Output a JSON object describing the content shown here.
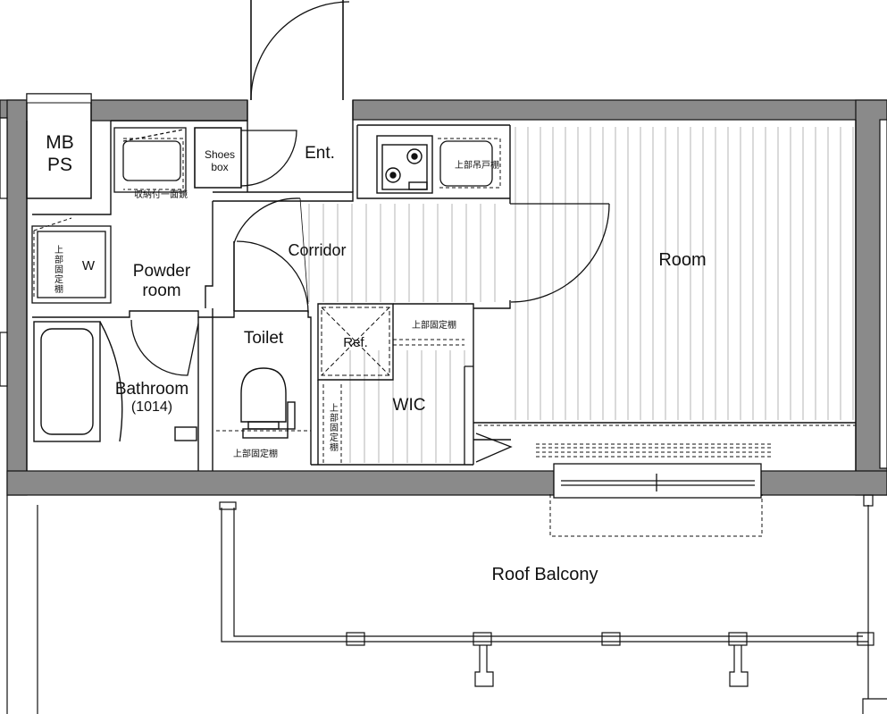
{
  "labels": {
    "mb": "MB",
    "ps": "PS",
    "shoes_line1": "Shoes",
    "shoes_line2": "box",
    "entrance": "Ent.",
    "corridor": "Corridor",
    "room": "Room",
    "powder_line1": "Powder",
    "powder_line2": "room",
    "washer": "W",
    "toilet": "Toilet",
    "refrigerator": "Ref.",
    "bathroom": "Bathroom",
    "bathroom_size": "(1014)",
    "wic": "WIC",
    "roof_balcony": "Roof Balcony"
  },
  "notes": {
    "mirror_storage": "収納付一面鏡",
    "upper_cabinet": "上部吊戸棚",
    "upper_shelf_wic": "上部固定棚",
    "upper_shelf_toilet": "上部固定棚",
    "upper_shelf_powder_v": [
      "上",
      "部",
      "固",
      "定",
      "棚"
    ],
    "upper_shelf_wic_v": [
      "上",
      "部",
      "固",
      "定",
      "棚"
    ]
  },
  "colors": {
    "wall": "#8a8a8a",
    "line": "#111111",
    "floor_line": "#b0b0b0"
  }
}
